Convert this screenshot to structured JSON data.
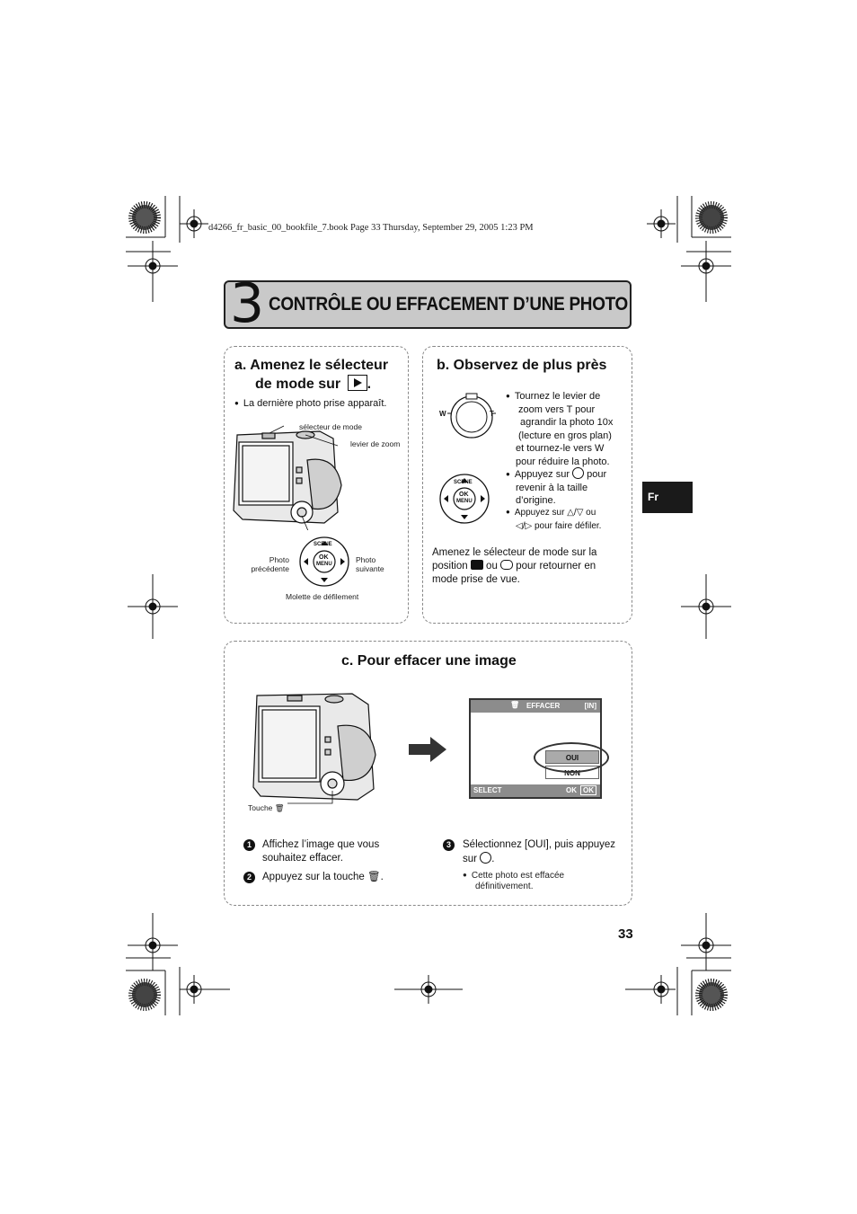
{
  "file_header": "d4266_fr_basic_00_bookfile_7.book  Page 33  Thursday, September 29, 2005  1:23 PM",
  "chapter": {
    "number": "3",
    "title": "CONTRÔLE OU EFFACEMENT D’UNE PHOTO"
  },
  "section_a": {
    "title_line1": "a. Amenez le sélecteur",
    "title_line2": "de mode sur",
    "title_end": ".",
    "bullet": "La dernière photo prise apparaît.",
    "label_mode_selector": "sélecteur de mode",
    "label_zoom_lever": "levier de zoom",
    "label_prev_l1": "Photo",
    "label_prev_l2": "précédente",
    "label_next_l1": "Photo",
    "label_next_l2": "suivante",
    "label_dial": "Molette de défilement"
  },
  "section_b": {
    "title": "b. Observez de plus près",
    "b1": [
      "Tournez le levier de",
      "zoom vers T pour",
      "agrandir la photo 10x",
      "(lecture en gros plan)",
      "et tournez-le vers W",
      "pour réduire la photo."
    ],
    "b2_l1a": "Appuyez sur",
    "b2_l1b": "pour",
    "b2_l2": "revenir à la taille",
    "b2_l3": "d’origine.",
    "b3_l1a": "Appuyez sur",
    "b3_l1b": "ou",
    "b3_l2": "pour faire défiler.",
    "note_l1": "Amenez le sélecteur de mode sur la",
    "note_l2a": "position",
    "note_l2b": "ou",
    "note_l2c": "pour retourner en",
    "note_l3": "mode prise de vue."
  },
  "section_c": {
    "title": "c. Pour effacer une image",
    "label_touche": "Touche",
    "screen": {
      "header": "EFFACER",
      "memory": "[IN]",
      "yes": "OUI",
      "no": "NON",
      "select": "SELECT",
      "ok": "OK",
      "ok_btn": "OK"
    },
    "step1_num": "1",
    "step1_l1": "Affichez l’image que vous",
    "step1_l2": "souhaitez effacer.",
    "step2_num": "2",
    "step2": "Appuyez sur la touche",
    "step3_num": "3",
    "step3_l1": "Sélectionnez [OUI], puis appuyez",
    "step3_l2": "sur",
    "step3_bullet_l1": "Cette photo est effacée",
    "step3_bullet_l2": "définitivement."
  },
  "dial_labels": {
    "scene": "SCENE",
    "ok": "OK",
    "menu": "MENU",
    "w": "W",
    "t": "T"
  },
  "lang_tab": "Fr",
  "page_number": "33"
}
